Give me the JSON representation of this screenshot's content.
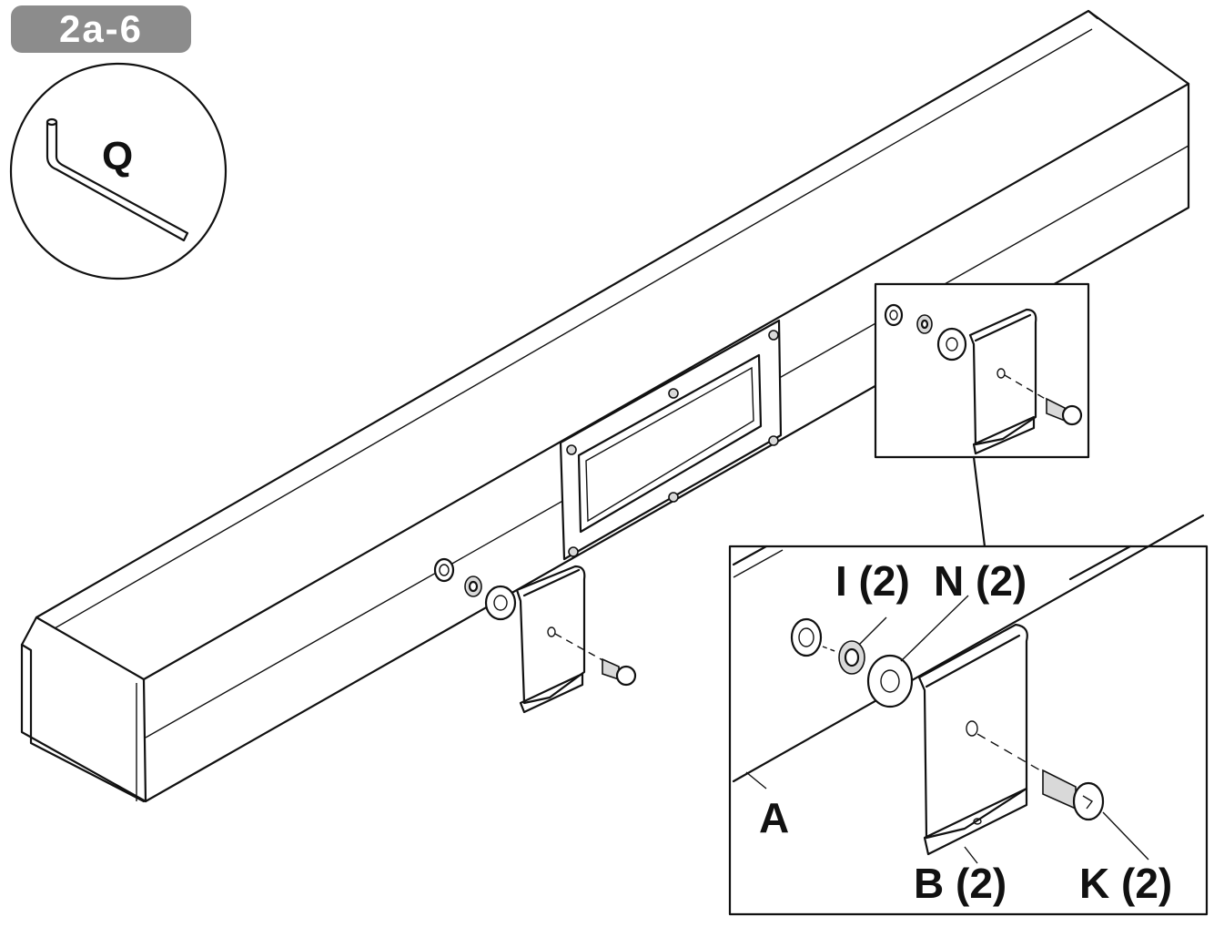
{
  "step": {
    "label": "2a-6"
  },
  "tool": {
    "label": "Q",
    "icon": "hex-key-icon"
  },
  "detail": {
    "labels": {
      "bar": "A",
      "bracket": "B (2)",
      "washer_flat": "I (2)",
      "washer_lock": "N (2)",
      "screw": "K (2)"
    }
  },
  "colors": {
    "line": "#111111",
    "badge": "#8c8c8c",
    "background": "#ffffff"
  }
}
